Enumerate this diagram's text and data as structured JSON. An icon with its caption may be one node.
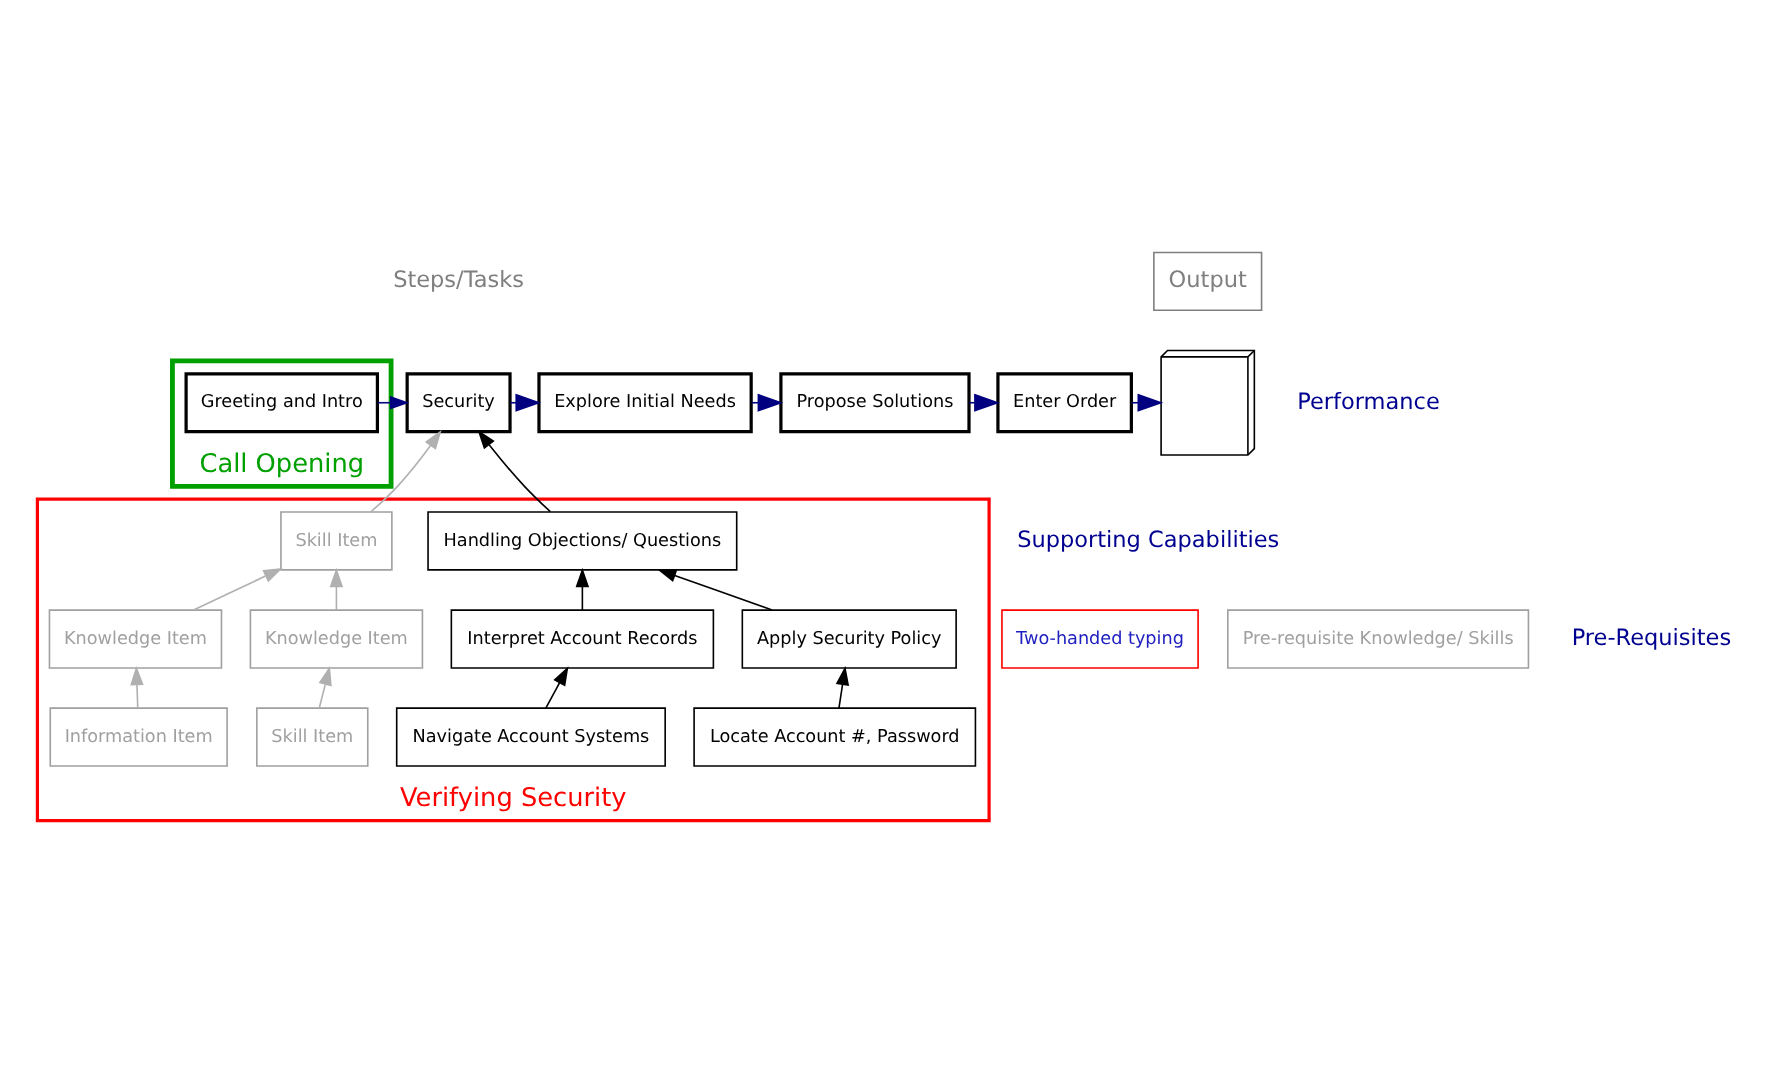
{
  "diagram": {
    "nodes": [
      {
        "text": [
          "Call Opening"
        ]
      },
      {
        "text": [
          "Greeting and Intro"
        ],
        "in": 0
      },
      {
        "text": [
          "Security"
        ]
      },
      {
        "text": [
          "Explore Initial Needs"
        ]
      },
      {
        "text": [
          "Propose Solutions"
        ]
      },
      {
        "text": [
          "Enter Order"
        ]
      },
      {
        "text": [],
        "shape": "box"
      },
      {
        "text": [
          "Verifying Security"
        ]
      },
      {
        "text": [
          "Handling Objections/ Questions"
        ],
        "in": 7
      },
      {
        "text": [
          "Skill Item"
        ],
        "in": 7
      },
      {
        "text": [
          "Apply Security Policy"
        ],
        "in": 7
      },
      {
        "text": [
          "Knowledge Item"
        ],
        "in": 7
      },
      {
        "text": [
          "Interpret Account Records"
        ],
        "in": 7
      },
      {
        "text": [
          "Knowledge Item"
        ],
        "in": 7
      },
      {
        "text": [
          "Locate Account #, Password"
        ],
        "in": 7
      },
      {
        "text": [
          "Information Item"
        ],
        "in": 7
      },
      {
        "text": [
          "Navigate Account Systems"
        ],
        "in": 7
      },
      {
        "text": [
          "Skill Item"
        ],
        "in": 7
      },
      {
        "text": [
          "Two-handed typing"
        ]
      },
      {
        "text": [
          "Pre-requisite Knowledge/ Skills"
        ]
      }
    ],
    "edges": [
      {
        "from": 1,
        "to": 2,
        "arrow": "to",
        "color": "#000080"
      },
      {
        "from": 2,
        "to": 3,
        "arrow": "to",
        "color": "#000080"
      },
      {
        "from": 3,
        "to": 4,
        "arrow": "to",
        "color": "#000080"
      },
      {
        "from": 4,
        "to": 5,
        "arrow": "to",
        "color": "#000080"
      },
      {
        "from": 5,
        "to": 6,
        "arrow": "to",
        "color": "#000080"
      },
      {
        "from": 8,
        "to": 2,
        "arrow": "to",
        "color": "#000000"
      },
      {
        "from": 9,
        "to": 2,
        "arrow": "to",
        "color": "#b0b0b0"
      },
      {
        "from": 10,
        "to": 8,
        "arrow": "to",
        "color": "#000000"
      },
      {
        "from": 12,
        "to": 8,
        "arrow": "to",
        "color": "#000000"
      },
      {
        "from": 11,
        "to": 9,
        "arrow": "to",
        "color": "#b0b0b0"
      },
      {
        "from": 13,
        "to": 9,
        "arrow": "to",
        "color": "#b0b0b0"
      },
      {
        "from": 14,
        "to": 10,
        "arrow": "to",
        "color": "#000000"
      },
      {
        "from": 15,
        "to": 11,
        "arrow": "to",
        "color": "#b0b0b0"
      },
      {
        "from": 16,
        "to": 12,
        "arrow": "to",
        "color": "#000000"
      },
      {
        "from": 17,
        "to": 13,
        "arrow": "to",
        "color": "#b0b0b0"
      }
    ],
    "labels": [
      "Steps/Tasks",
      "Output",
      "Performance",
      "Supporting Capabilities",
      "Pre-Requisites"
    ]
  }
}
